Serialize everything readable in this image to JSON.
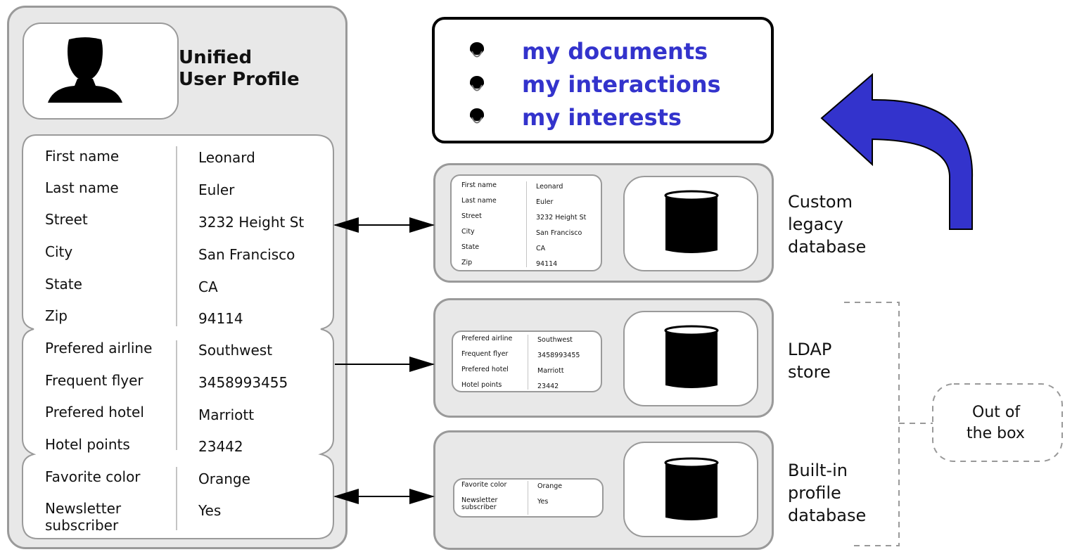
{
  "profile": {
    "title_line1": "Unified",
    "title_line2": "User Profile",
    "groups": [
      [
        {
          "label": "First name",
          "value": "Leonard"
        },
        {
          "label": "Last name",
          "value": "Euler"
        },
        {
          "label": "Street",
          "value": "3232 Height St"
        },
        {
          "label": "City",
          "value": "San Francisco"
        },
        {
          "label": "State",
          "value": "CA"
        },
        {
          "label": "Zip",
          "value": "94114"
        }
      ],
      [
        {
          "label": "Prefered airline",
          "value": "Southwest"
        },
        {
          "label": "Frequent flyer",
          "value": "3458993455"
        },
        {
          "label": "Prefered hotel",
          "value": "Marriott"
        },
        {
          "label": "Hotel points",
          "value": "23442"
        }
      ],
      [
        {
          "label": "Favorite color",
          "value": "Orange"
        },
        {
          "label_line1": "Newsletter",
          "label_line2": "subscriber",
          "value": "Yes"
        }
      ]
    ]
  },
  "links": [
    "my documents",
    "my interactions",
    "my interests"
  ],
  "stores": [
    {
      "name_lines": [
        "Custom",
        "legacy",
        "database"
      ],
      "rows": [
        {
          "label": "First name",
          "value": "Leonard"
        },
        {
          "label": "Last name",
          "value": "Euler"
        },
        {
          "label": "Street",
          "value": "3232 Height St"
        },
        {
          "label": "City",
          "value": "San Francisco"
        },
        {
          "label": "State",
          "value": "CA"
        },
        {
          "label": "Zip",
          "value": "94114"
        }
      ]
    },
    {
      "name_lines": [
        "LDAP",
        "store"
      ],
      "rows": [
        {
          "label": "Prefered airline",
          "value": "Southwest"
        },
        {
          "label": "Frequent flyer",
          "value": "3458993455"
        },
        {
          "label": "Prefered hotel",
          "value": "Marriott"
        },
        {
          "label": "Hotel points",
          "value": "23442"
        }
      ]
    },
    {
      "name_lines": [
        "Built-in",
        "profile",
        "database"
      ],
      "rows": [
        {
          "label": "Favorite color",
          "value": "Orange"
        },
        {
          "label_line1": "Newsletter",
          "label_line2": "subscriber",
          "value": "Yes"
        }
      ]
    }
  ],
  "out_of_box": {
    "line1": "Out of",
    "line2": "the box"
  },
  "colors": {
    "panel": "#e8e8e8",
    "border": "#9a9a9a",
    "link": "#3333cc",
    "big_arrow": "#3333cc"
  },
  "icons": [
    "user-silhouette-icon",
    "person-bullet-icon",
    "database-cylinder-icon",
    "curved-arrow-icon"
  ]
}
